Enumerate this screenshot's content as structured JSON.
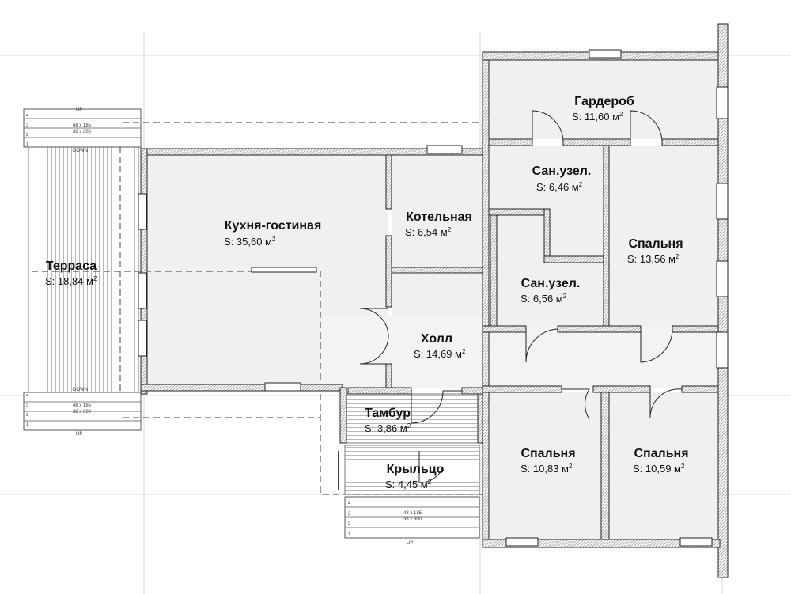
{
  "rooms": [
    {
      "key": "garderob",
      "name": "Гардероб",
      "area": "S: 11,60 м"
    },
    {
      "key": "san1",
      "name": "Сан.узел.",
      "area": "S: 6,46 м"
    },
    {
      "key": "kitchen",
      "name": "Кухня-гостиная",
      "area": "S: 35,60 м"
    },
    {
      "key": "boiler",
      "name": "Котельная",
      "area": "S: 6,54 м"
    },
    {
      "key": "bed1",
      "name": "Спальня",
      "area": "S: 13,56 м"
    },
    {
      "key": "terrace",
      "name": "Терраса",
      "area": "S: 18,84 м"
    },
    {
      "key": "san2",
      "name": "Сан.узел.",
      "area": "S: 6,56 м"
    },
    {
      "key": "hall",
      "name": "Холл",
      "area": "S: 14,69 м"
    },
    {
      "key": "tambur",
      "name": "Тамбур",
      "area": "S: 3,86 м"
    },
    {
      "key": "bed2",
      "name": "Спальня",
      "area": "S: 10,83 м"
    },
    {
      "key": "bed3",
      "name": "Спальня",
      "area": "S: 10,59 м"
    },
    {
      "key": "porch",
      "name": "Крыльцо",
      "area": "S: 4,45 м"
    }
  ],
  "area_unit_power": "2",
  "stairs": {
    "up": "UP",
    "down": "DOWN",
    "spec": "48 x 185",
    "spec2": "38 x 300",
    "steps": [
      "1",
      "2",
      "3",
      "4"
    ]
  }
}
